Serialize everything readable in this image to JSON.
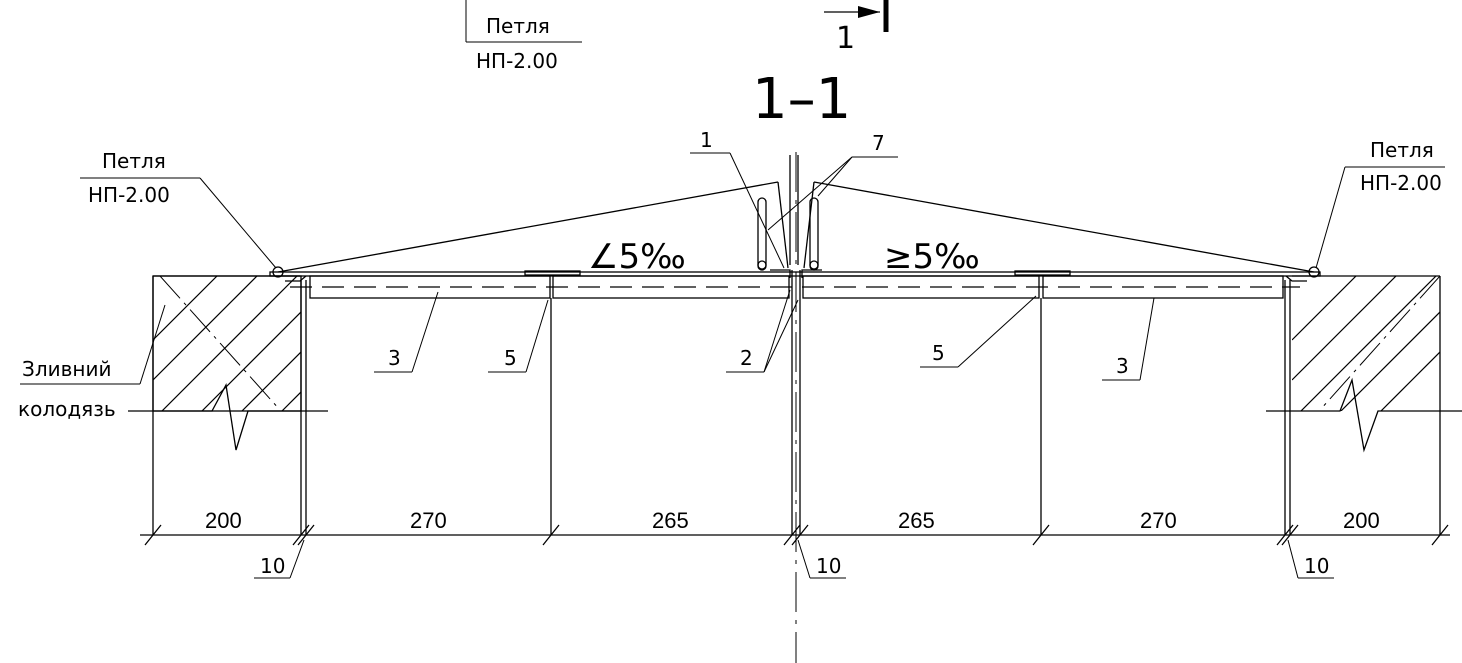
{
  "labels": {
    "loop_title": "Петля",
    "loop_code": "НП-2.00",
    "section_mark": "1",
    "section_title": "1–1",
    "slope_left": "∠5‰",
    "slope_right": "≥5‰",
    "well_line1": "Зливний",
    "well_line2": "колодязь"
  },
  "callouts": {
    "c1": "1",
    "c7": "7",
    "c2": "2",
    "c3_left": "3",
    "c3_right": "3",
    "c5_left": "5",
    "c5_right": "5",
    "c10_left": "10",
    "c10_mid": "10",
    "c10_right": "10"
  },
  "dimensions": [
    "200",
    "270",
    "265",
    "265",
    "270",
    "200"
  ]
}
